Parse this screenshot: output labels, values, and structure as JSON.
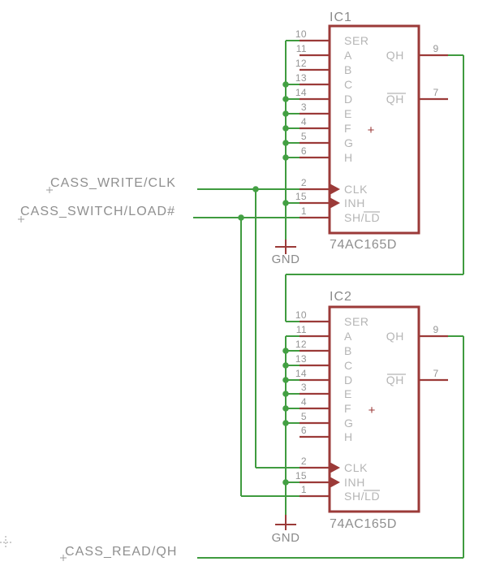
{
  "schematic": {
    "ic1": {
      "designator": "IC1",
      "part_number": "74AC165D",
      "plus_marker": "+",
      "gnd_label": "GND",
      "pins_left": [
        {
          "number": "10",
          "name": "SER"
        },
        {
          "number": "11",
          "name": "A"
        },
        {
          "number": "12",
          "name": "B"
        },
        {
          "number": "13",
          "name": "C"
        },
        {
          "number": "14",
          "name": "D"
        },
        {
          "number": "3",
          "name": "E"
        },
        {
          "number": "4",
          "name": "F"
        },
        {
          "number": "5",
          "name": "G"
        },
        {
          "number": "6",
          "name": "H"
        }
      ],
      "pins_ctl": [
        {
          "number": "2",
          "name": "CLK"
        },
        {
          "number": "15",
          "name": "INH"
        },
        {
          "number": "1",
          "name": "SH/LD"
        }
      ],
      "pins_right": [
        {
          "number": "9",
          "name": "QH"
        },
        {
          "number": "7",
          "name": "QH"
        }
      ]
    },
    "ic2": {
      "designator": "IC2",
      "part_number": "74AC165D",
      "plus_marker": "+",
      "gnd_label": "GND",
      "pins_left": [
        {
          "number": "10",
          "name": "SER"
        },
        {
          "number": "11",
          "name": "A"
        },
        {
          "number": "12",
          "name": "B"
        },
        {
          "number": "13",
          "name": "C"
        },
        {
          "number": "14",
          "name": "D"
        },
        {
          "number": "3",
          "name": "E"
        },
        {
          "number": "4",
          "name": "F"
        },
        {
          "number": "5",
          "name": "G"
        },
        {
          "number": "6",
          "name": "H"
        }
      ],
      "pins_ctl": [
        {
          "number": "2",
          "name": "CLK"
        },
        {
          "number": "15",
          "name": "INH"
        },
        {
          "number": "1",
          "name": "SH/LD"
        }
      ],
      "pins_right": [
        {
          "number": "9",
          "name": "QH"
        },
        {
          "number": "7",
          "name": "QH"
        }
      ]
    },
    "net_labels": {
      "write": "CASS_WRITE/CLK",
      "switch": "CASS_SWITCH/LOAD#",
      "read": "CASS_READ/QH"
    },
    "colors": {
      "wire_green": "#3f9b3f",
      "junction_green": "#43a043",
      "component_maroon": "#9b3a38",
      "pin_name_gray": "#b5b5b5",
      "pin_number_gray": "#959595",
      "label_gray": "#8f8f8f",
      "background": "#ffffff"
    }
  }
}
